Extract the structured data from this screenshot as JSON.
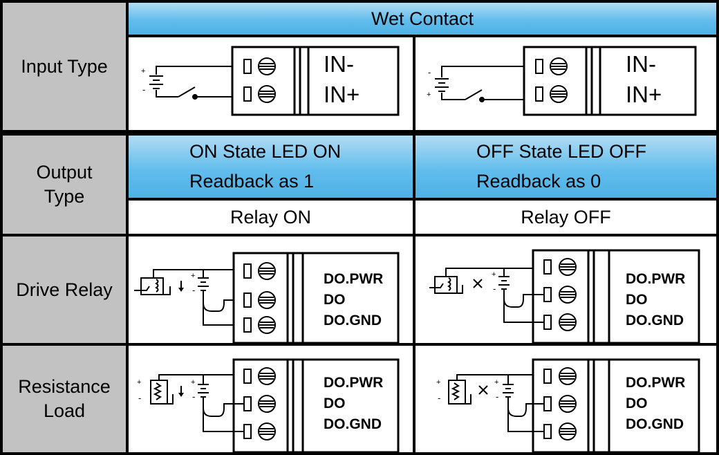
{
  "headers": {
    "wet_contact": "Wet Contact",
    "input_type": "Input Type",
    "output_type": "Output Type",
    "drive_relay": "Drive Relay",
    "resistance_load": "Resistance Load"
  },
  "states": {
    "on_line1": "ON State LED ON",
    "on_line2": "Readback as 1",
    "off_line1": "OFF State LED OFF",
    "off_line2": "Readback as 0"
  },
  "relay": {
    "on": "Relay ON",
    "off": "Relay OFF"
  },
  "input_terminals": {
    "in_minus": "IN-",
    "in_plus": "IN+"
  },
  "output_terminals": {
    "do_pwr": "DO.PWR",
    "do": "DO",
    "do_gnd": "DO.GND"
  },
  "polarity": {
    "plus": "+",
    "minus": "-"
  },
  "colors": {
    "header_blue": "#56b4e8",
    "side_gray": "#c2c2c2",
    "border": "#000000"
  }
}
